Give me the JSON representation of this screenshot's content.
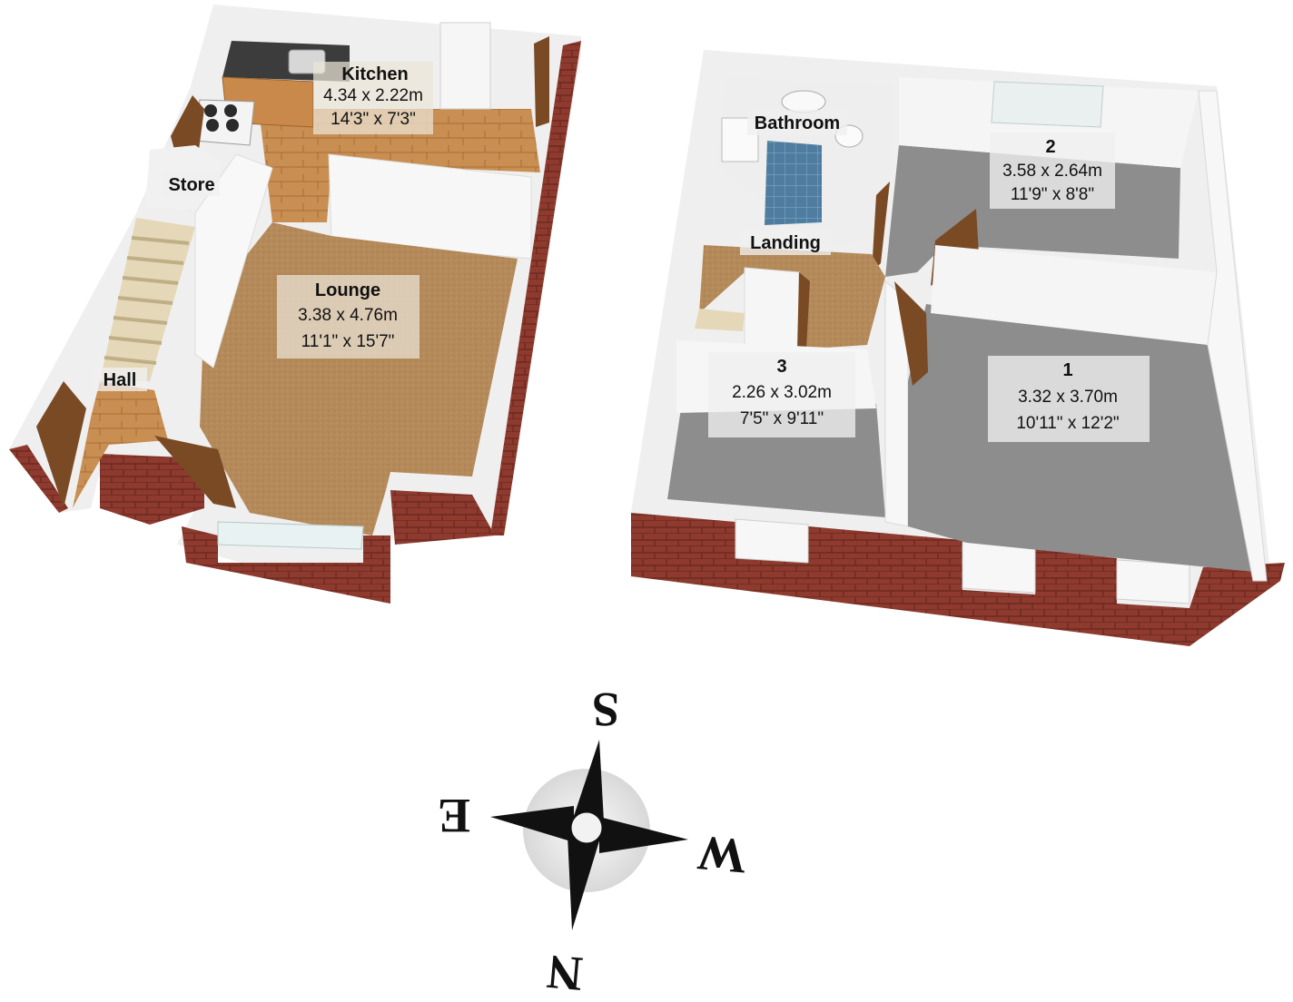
{
  "ground_floor": {
    "kitchen": {
      "name": "Kitchen",
      "metric": "4.34 x 2.22m",
      "imperial": "14'3\" x 7'3\""
    },
    "store": {
      "name": "Store"
    },
    "lounge": {
      "name": "Lounge",
      "metric": "3.38 x 4.76m",
      "imperial": "11'1\" x 15'7\""
    },
    "hall": {
      "name": "Hall"
    }
  },
  "first_floor": {
    "bathroom": {
      "name": "Bathroom"
    },
    "landing": {
      "name": "Landing"
    },
    "bedroom_2": {
      "name": "2",
      "metric": "3.58 x 2.64m",
      "imperial": "11'9\" x 8'8\""
    },
    "bedroom_3": {
      "name": "3",
      "metric": "2.26 x 3.02m",
      "imperial": "7'5\" x 9'11\""
    },
    "bedroom_1": {
      "name": "1",
      "metric": "3.32 x 3.70m",
      "imperial": "10'11\" x 12'2\""
    }
  },
  "compass": {
    "north": "N",
    "south": "S",
    "east": "E",
    "west": "W"
  },
  "colors": {
    "brick": "#8e3a2e",
    "carpet": "#b48a5a",
    "wood": "#c98e52",
    "grey_floor": "#8d8d8d",
    "wall": "#f2f2f2"
  }
}
